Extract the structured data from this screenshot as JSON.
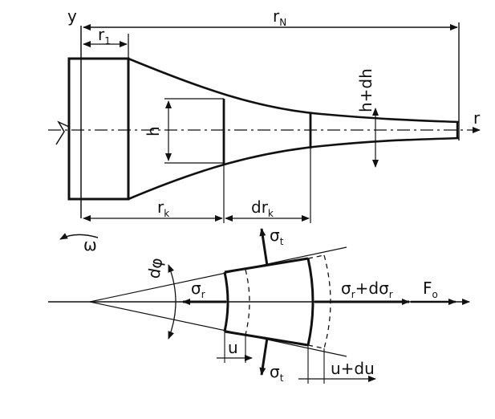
{
  "diagram": {
    "labels": {
      "y_axis": "y",
      "r_axis": "r",
      "r_n": {
        "base": "r",
        "sub": "N"
      },
      "r_1": {
        "base": "r",
        "sub": "1"
      },
      "r_k": {
        "base": "r",
        "sub": "k"
      },
      "dr_k": {
        "base": "dr",
        "sub": "k"
      },
      "h": "h",
      "h_dh": "h+dh",
      "omega": "ω",
      "d_phi": "dφ",
      "sigma_r": {
        "base": "σ",
        "sub": "r"
      },
      "sigma_r_d": "σ",
      "sigma_r_d_sub": "r",
      "sigma_r_d_plus": "+dσ",
      "sigma_r_d_sub2": "r",
      "sigma_t_top": {
        "base": "σ",
        "sub": "t"
      },
      "sigma_t_bottom": {
        "base": "σ",
        "sub": "t"
      },
      "f_o": {
        "base": "F",
        "sub": "o"
      },
      "u": "u",
      "u_du": "u+du"
    }
  }
}
